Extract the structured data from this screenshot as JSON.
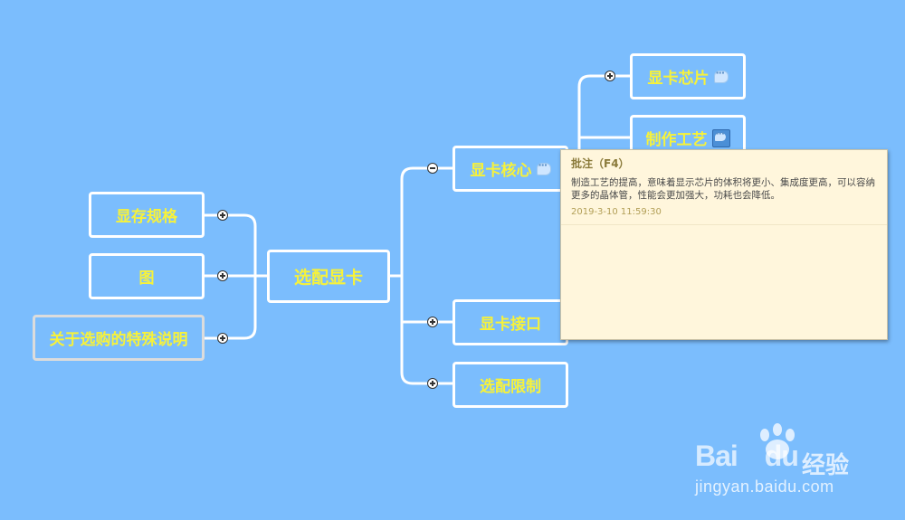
{
  "mindmap": {
    "central": "选配显卡",
    "left_branches": [
      "显存规格",
      "图",
      "关于选购的特殊说明"
    ],
    "right_branches": [
      "显卡核心",
      "显卡接口",
      "选配限制"
    ],
    "core_children": [
      "显卡芯片",
      "制作工艺"
    ]
  },
  "comment": {
    "title": "批注（F4）",
    "body": "制造工艺的提高，意味着显示芯片的体积将更小、集成度更高，可以容纳更多的晶体管，性能会更加强大，功耗也会降低。",
    "timestamp": "2019-3-10 11:59:30"
  },
  "watermark": {
    "logo_text": "Bai",
    "logo_text_2": "du",
    "logo_cn": "经验",
    "url": "jingyan.baidu.com"
  },
  "icons": {
    "note": "note-icon",
    "expand": "expand-plus-icon",
    "collapse": "collapse-minus-icon"
  },
  "colors": {
    "background": "#7bbdfd",
    "node_text": "#f7f23a",
    "node_border": "#ffffff",
    "comment_bg": "#fff6dc"
  }
}
